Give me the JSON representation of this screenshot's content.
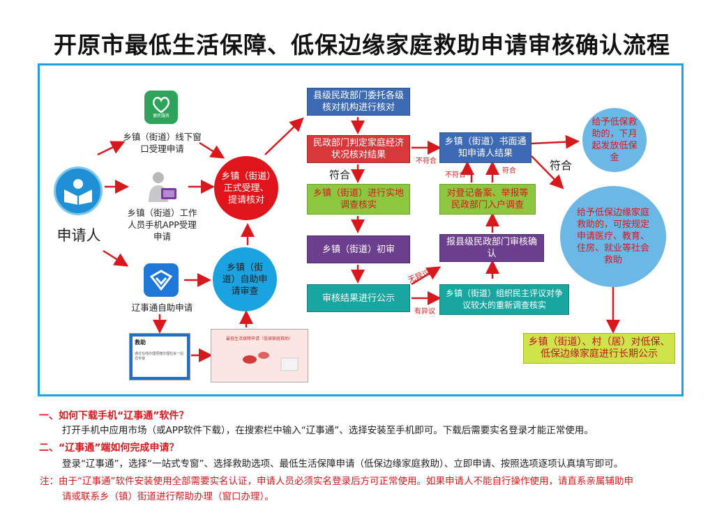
{
  "title": "开原市最低生活保障、低保边缘家庭救助申请审核确认流程",
  "applicant": {
    "label": "申请人"
  },
  "channels": [
    {
      "label": "乡镇（街道）线下窗口受理申请"
    },
    {
      "label": "乡镇（街道）工作人员手机APP受理申请"
    },
    {
      "label": "辽事通自助申请"
    }
  ],
  "icon_text": {
    "app_tile": "便民服务"
  },
  "circles": {
    "accept": "乡镇（街道）正式受理、提请核对",
    "self": "乡镇（街道）自助申请审查",
    "monthly": "给予低保救助的，下月起发放低保金",
    "edge": "给予低保边缘家庭救助的，可按规定申请医疗、教育、住房、就业等社会救助"
  },
  "left_column": [
    "县级民政部门委托各级核对机构进行核对",
    "民政部门判定家庭经济状况核对结果",
    "乡镇（街道）进行实地调查核实",
    "乡镇（街道）初审",
    "审核结果进行公示"
  ],
  "right_column": [
    "乡镇（街道）书面通知申请人结果",
    "对登记备案、举报等民政部门入户调查",
    "报县级民政部门审核确认",
    "乡镇（街道）组织民主评议对争议较大的重新调查核实"
  ],
  "final_box": "乡镇（街道）、村（居）对低保、低保边缘家庭进行长期公示",
  "edge_labels": {
    "conform1": "符合",
    "conform2": "符合",
    "conform3": "符合",
    "not_conform1": "不符合",
    "not_conform2": "不符合",
    "no_objection": "无异议",
    "objection": "有异议"
  },
  "screens": {
    "screen1_title": "救助",
    "screen1_text": "通过在线办理便捷办理社会一站式专窗",
    "screen2_title": "最低生活保障申请（低保家庭救助）"
  },
  "faq": [
    {
      "q": "一、如何下载手机“辽事通”软件？",
      "a": "打开手机中应用市场（或APP软件下载），在搜索栏中输入“辽事通”、选择安装至手机即可。下载后需要实名登录才能正常使用。"
    },
    {
      "q": "二、“辽事通”端如何完成申请？",
      "a": "登录“辽事通”，选择“一站式专窗”、选择救助选项、最低生活保障申请（低保边缘家庭救助）、立即申请、按照选项逐项认真填写即可。"
    }
  ],
  "note": {
    "line1": "注：由于“辽事通”软件安装使用全部需要实名认证，申请人员必须实名登录后方可正常使用。如果申请人不能自行操作使用，请直系亲属辅助申",
    "line2": "请或联系乡（镇）街道进行帮助办理（窗口办理）。"
  },
  "colors": {
    "frame": "#1aa3e0",
    "blue_box": "#3d6ab5",
    "red_box": "#d9383a",
    "green_box": "#8dc63f",
    "purple_box": "#6b3f8e",
    "teal_box": "#18a7a0",
    "final_box": "#cfe34a",
    "arrow": "#d8181d",
    "circle_red": "#e0141b",
    "circle_blue": "#1aa3e0",
    "circle_light": "#6bb8e6"
  }
}
